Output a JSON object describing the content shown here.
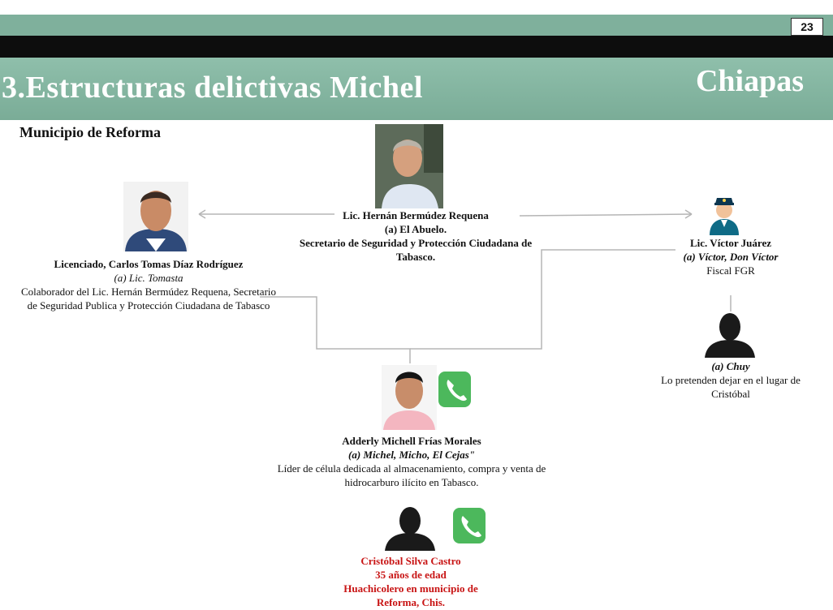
{
  "page_number": "23",
  "title": "3.Estructuras delictivas Michel",
  "state": "Chiapas",
  "municipality": "Municipio de Reforma",
  "nodes": {
    "hernan": {
      "name": "Lic. Hernán Bermúdez Requena",
      "alias": "(a) El Abuelo.",
      "role": "Secretario de Seguridad y Protección Ciudadana de Tabasco."
    },
    "carlos": {
      "name": "Licenciado, Carlos Tomas Díaz Rodríguez",
      "alias": "(a) Lic. Tomasta",
      "role": "Colaborador del Lic. Hernán Bermúdez Requena, Secretario de Seguridad Publica y Protección Ciudadana de Tabasco"
    },
    "victor": {
      "name": "Lic. Víctor Juárez",
      "alias": "(a) Víctor, Don Víctor",
      "role": "Fiscal FGR"
    },
    "chuy": {
      "alias": "(a) Chuy",
      "role": "Lo pretenden dejar en el lugar de Cristóbal"
    },
    "adderly": {
      "name": "Adderly Michell Frías Morales",
      "alias": "(a) Michel, Micho, El Cejas\"",
      "role": "Líder de célula dedicada al almacenamiento, compra y venta de hidrocarburo ilícito en Tabasco."
    },
    "cristobal": {
      "name": "Cristóbal Silva Castro",
      "age": "35 años de edad",
      "role": "Huachicolero en municipio de Reforma, Chis."
    }
  },
  "colors": {
    "header_green": "#7fb09c",
    "header_black": "#0d0d0d",
    "highlight_red": "#c81414",
    "phone_green": "#4cb85c",
    "connector_gray": "#b5b5b5"
  },
  "icons": [
    "person-photo",
    "police-officer-icon",
    "person-silhouette-icon",
    "phone-icon"
  ]
}
